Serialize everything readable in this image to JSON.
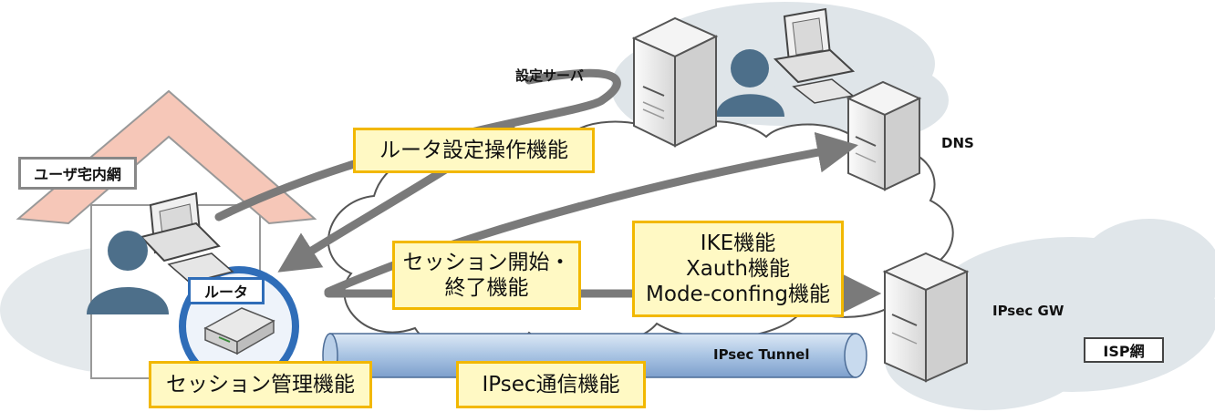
{
  "labels": {
    "user_home_network": "ユーザ宅内網",
    "router": "ルータ",
    "config_server": "設定サーバ",
    "dns": "DNS",
    "ipsec_gw": "IPsec GW",
    "isp_network": "ISP網",
    "ipsec_tunnel": "IPsec Tunnel"
  },
  "functions": {
    "router_config": "ルータ設定操作機能",
    "session_start_end": [
      "セッション開始・",
      "終了機能"
    ],
    "ike_group": [
      "IKE機能",
      "Xauth機能",
      "Mode-confing機能"
    ],
    "session_mgmt": "セッション管理機能",
    "ipsec_comm": "IPsec通信機能"
  },
  "icons": {
    "house": "house-icon",
    "router": "router-icon",
    "pc": "computer-icon",
    "user": "user-icon",
    "server": "server-icon",
    "cloud": "cloud-icon",
    "tunnel": "tunnel-icon",
    "arrow": "arrow-icon"
  },
  "colors": {
    "label_fill": "#fff9c4",
    "label_border": "#f2b800",
    "cloud": "#e3e9ec",
    "roof": "#f6c7b8",
    "router_ring": "#2f6db8",
    "tunnel": "#9ab8dc",
    "arrow": "#7a7a7a",
    "user": "#4d6f8a"
  }
}
